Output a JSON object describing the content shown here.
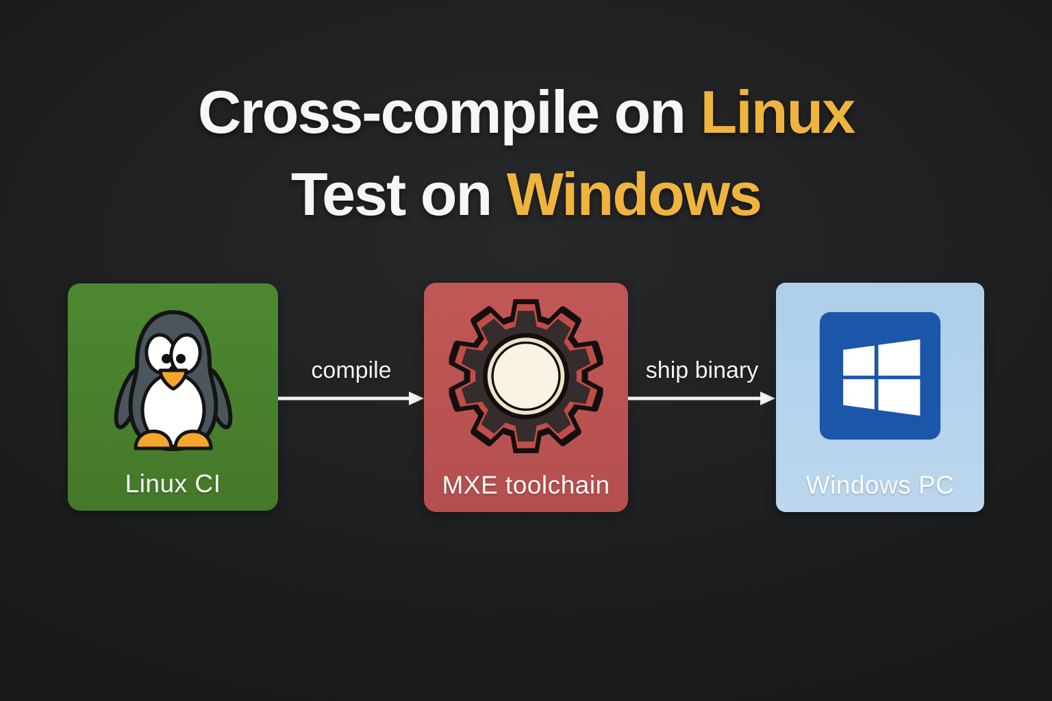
{
  "title": {
    "line1_plain": "Cross-compile on ",
    "line1_accent": "Linux",
    "line2_plain": "Test on ",
    "line2_accent": "Windows"
  },
  "nodes": [
    {
      "id": "linux-ci",
      "label": "Linux CI",
      "icon": "tux-penguin-icon",
      "box_color": "#46792b"
    },
    {
      "id": "mxe-toolchain",
      "label": "MXE toolchain",
      "icon": "gear-icon",
      "box_color": "#bb5454"
    },
    {
      "id": "windows-pc",
      "label": "Windows PC",
      "icon": "windows-logo-icon",
      "box_color": "#b3d2ec"
    }
  ],
  "edges": [
    {
      "from": "linux-ci",
      "to": "mxe-toolchain",
      "label": "compile"
    },
    {
      "from": "mxe-toolchain",
      "to": "windows-pc",
      "label": "ship binary"
    }
  ],
  "colors": {
    "background": "#1f2022",
    "title_white": "#f6f6f6",
    "accent_yellow": "#efb43e",
    "arrow": "#f2f2f2",
    "windows_logo_blue": "#1c56a8",
    "penguin_body_gray": "#4a555c",
    "penguin_orange": "#f5a72b",
    "gear_dark": "#352c2c",
    "gear_red_trim": "#c24c48",
    "gear_center_cream": "#f8f3e2"
  }
}
